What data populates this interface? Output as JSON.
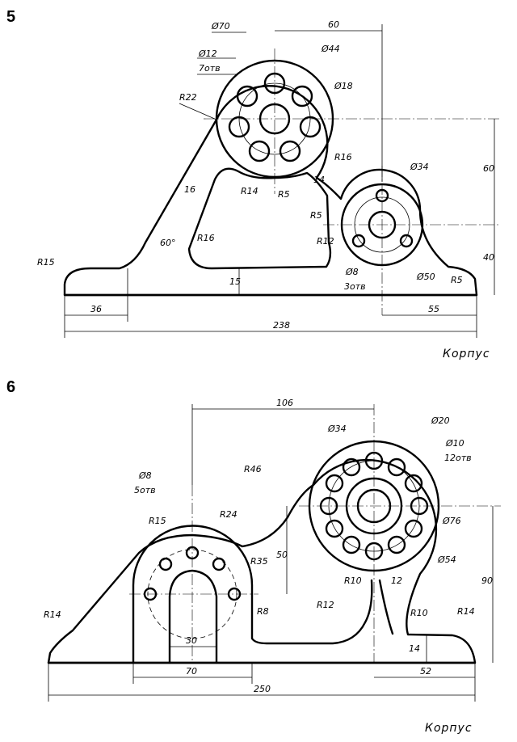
{
  "drawing5": {
    "number": "5",
    "caption": "Корпус",
    "dims": {
      "d70": "Ø70",
      "d44": "Ø44",
      "d12": "Ø12",
      "holes12": "7отв",
      "d18": "Ø18",
      "r22": "R22",
      "d60top": "60",
      "r16a": "R16",
      "r14": "R14",
      "r5a": "R5",
      "n14": "14",
      "n16": "16",
      "r16b": "R16",
      "d34": "Ø34",
      "r5b": "R5",
      "v60": "60",
      "v40": "40",
      "r12": "R12",
      "d8": "Ø8",
      "holes8": "3отв",
      "d50": "Ø50",
      "r5c": "R5",
      "r15": "R15",
      "a60": "60°",
      "n15": "15",
      "d36": "36",
      "d55": "55",
      "d238": "238"
    }
  },
  "drawing6": {
    "number": "6",
    "caption": "Корпус",
    "dims": {
      "d106": "106",
      "d20": "Ø20",
      "d34": "Ø34",
      "d10": "Ø10",
      "holes10": "12отв",
      "d8": "Ø8",
      "holes8": "5отв",
      "r46": "R46",
      "r15": "R15",
      "r24": "R24",
      "d76": "Ø76",
      "v50": "50",
      "r35": "R35",
      "d54": "Ø54",
      "r10a": "R10",
      "n12": "12",
      "v90": "90",
      "r14a": "R14",
      "r8": "R8",
      "r12": "R12",
      "r10b": "R10",
      "r14b": "R14",
      "n14": "14",
      "d30": "30",
      "d70": "70",
      "d52": "52",
      "d250": "250"
    }
  }
}
